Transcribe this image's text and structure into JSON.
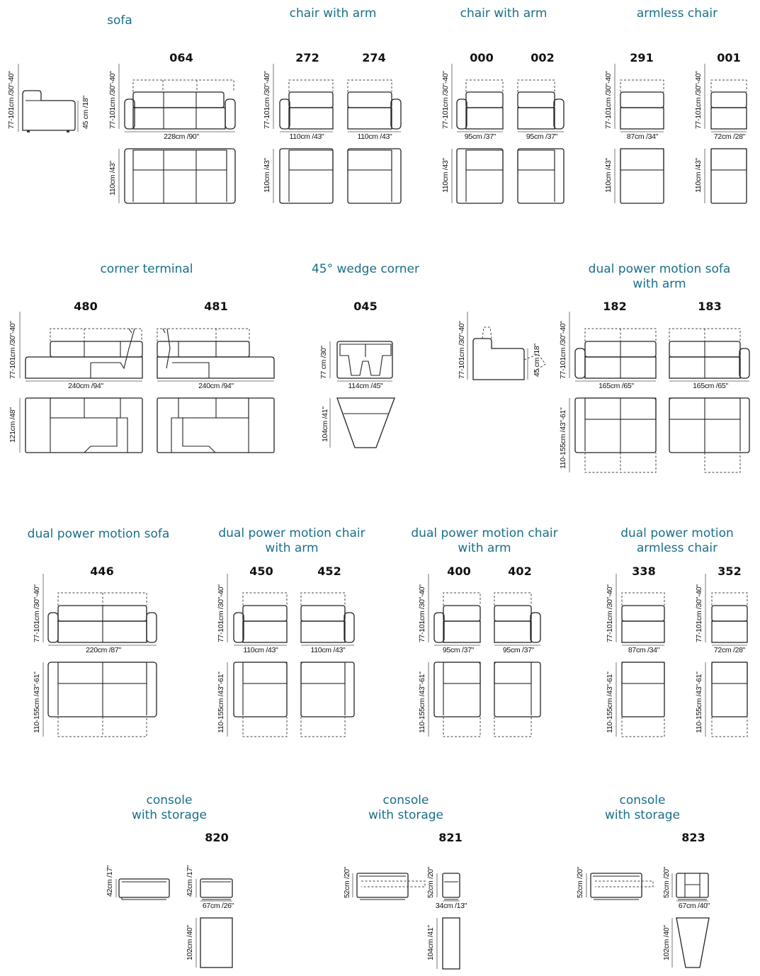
{
  "colors": {
    "title": "#1a6e8a",
    "text": "#111111",
    "line": "#222222"
  },
  "sections": {
    "sofa": {
      "title": "sofa",
      "code": "064",
      "h": "77-101cm /30\"-40\"",
      "seat": "45 cm /18\"",
      "w": "228cm /90\"",
      "d": "110cm /43\""
    },
    "arm1": {
      "title": "chair with arm",
      "codes": [
        "272",
        "274"
      ],
      "h": "77-101cm /30\"-40\"",
      "w": "110cm /43\"",
      "d": "110cm /43\""
    },
    "arm2": {
      "title": "chair with arm",
      "codes": [
        "000",
        "002"
      ],
      "h": "77-101cm /30\"-40\"",
      "w": "95cm /37\"",
      "d": "110cm /43\""
    },
    "armless": {
      "title": "armless chair",
      "codes": [
        "291",
        "001"
      ],
      "h": "77-101cm /30\"-40\"",
      "w": [
        "87cm /34\"",
        "72cm /28\""
      ],
      "d": "110cm /43\""
    },
    "corner": {
      "title": "corner terminal",
      "codes": [
        "480",
        "481"
      ],
      "h": "77-101cm /30\"-40\"",
      "w": "240cm /94\"",
      "d": "121cm /48\""
    },
    "wedge": {
      "title": "45° wedge corner",
      "code": "045",
      "h": "77 cm /30\"",
      "w": "114cm /45\"",
      "d": "104cm /41\""
    },
    "dps1": {
      "title1": "dual power motion sofa",
      "title2": "with arm",
      "codes": [
        "182",
        "183"
      ],
      "h": "77-101cm /30\"-40\"",
      "seat": "45 cm /18\"",
      "w": "165cm /65\"",
      "d": "110-155cm /43\"-61\""
    },
    "dps2": {
      "title": "dual power motion sofa",
      "code": "446",
      "h": "77-101cm /30\"-40\"",
      "w": "220cm /87\"",
      "d": "110-155cm /43\"-61\""
    },
    "dpc1": {
      "title1": "dual power motion chair",
      "title2": "with arm",
      "codes": [
        "450",
        "452"
      ],
      "h": "77-101cm /30\"-40\"",
      "w": "110cm /43\"",
      "d": "110-155cm /43\"-61\""
    },
    "dpc2": {
      "title1": "dual power motion chair",
      "title2": "with arm",
      "codes": [
        "400",
        "402"
      ],
      "h": "77-101cm /30\"-40\"",
      "w": "95cm /37\"",
      "d": "110-155cm /43\"-61\""
    },
    "dpa": {
      "title1": "dual power motion",
      "title2": "armless chair",
      "codes": [
        "338",
        "352"
      ],
      "h": "77-101cm /30\"-40\"",
      "w": [
        "87cm /34\"",
        "72cm /28\""
      ],
      "d": "110-155cm /43\"-61\""
    },
    "con1": {
      "title1": "console",
      "title2": "with storage",
      "code": "820",
      "h": "42cm /17\"",
      "w": "67cm /26\"",
      "d": "102cm /40\""
    },
    "con2": {
      "title1": "console",
      "title2": "with storage",
      "code": "821",
      "h": "52cm /20\"",
      "w": "34cm /13\"",
      "d": "104cm /41\""
    },
    "con3": {
      "title1": "console",
      "title2": "with storage",
      "code": "823",
      "h": "52cm /20\"",
      "w": "67cm /40\"",
      "d": "102cm /40\""
    }
  }
}
